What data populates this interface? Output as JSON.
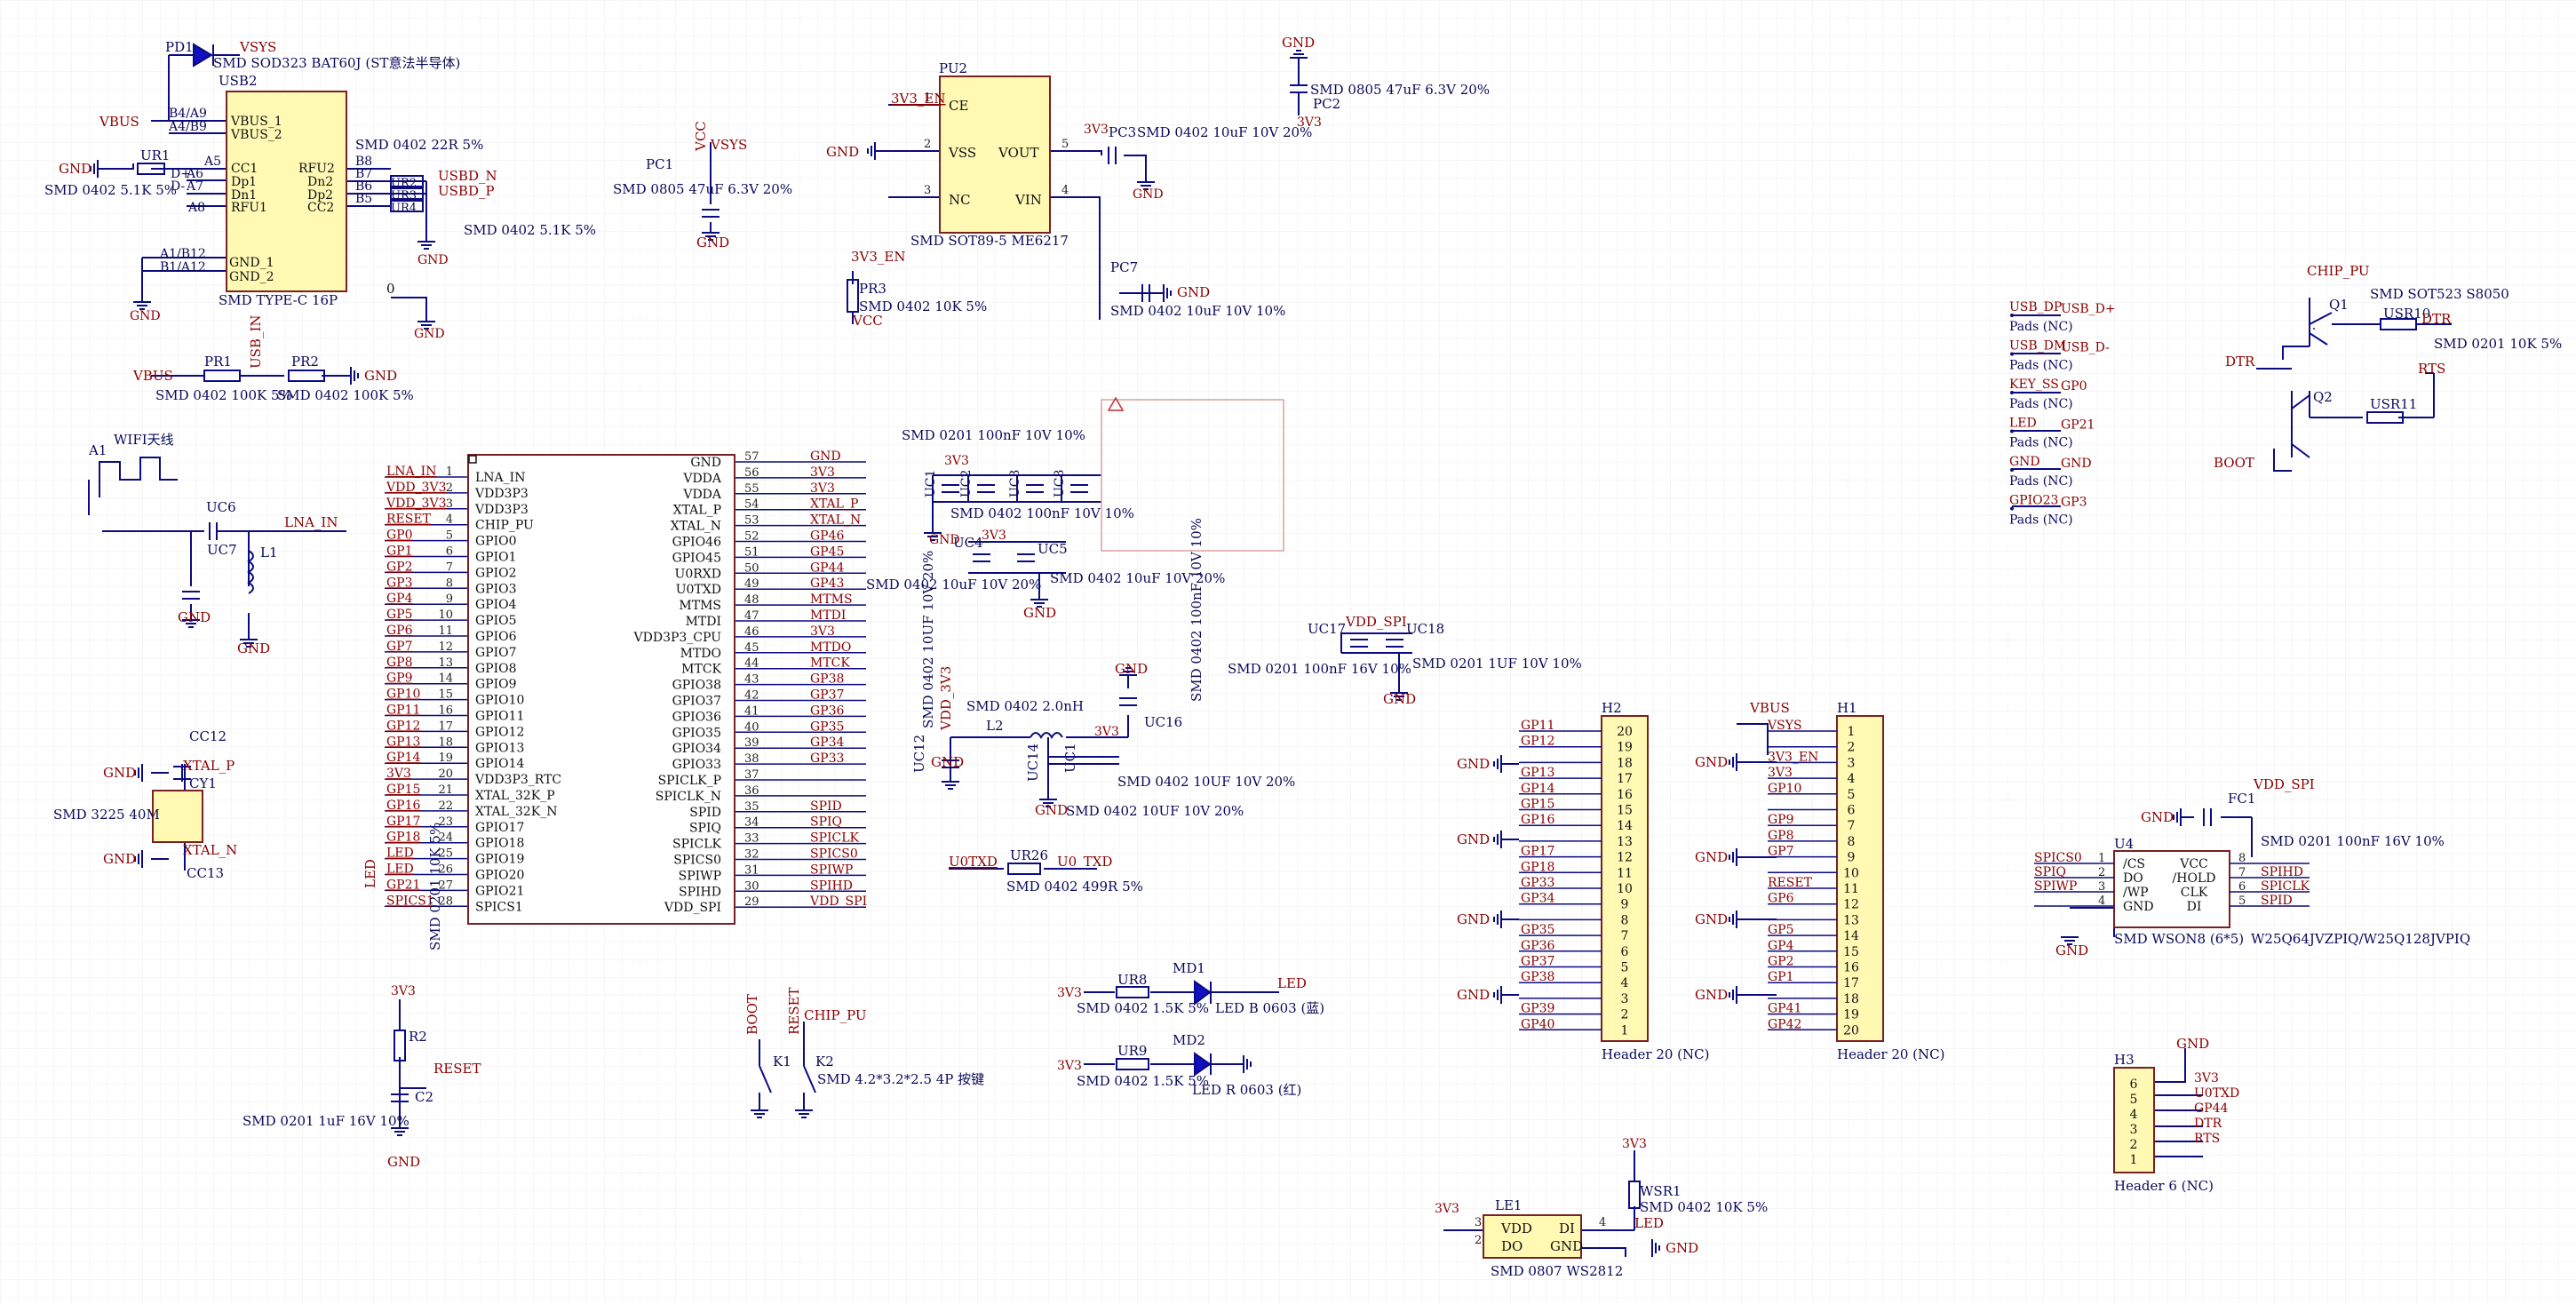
{
  "colors": {
    "background": "#ffffff",
    "grid": "#e9e9e9",
    "wire": "#0a0a82",
    "net_label": "#8b0000",
    "pin_number": "#222222",
    "component_fill": "#fff9b3",
    "component_stroke": "#7a2020",
    "designator": "#0a0a5a",
    "comment": "#0a0a5a",
    "led_fill": "#1010c0",
    "diode_fill": "#1010c0",
    "ghost_box": "#d9a0a0"
  },
  "texts": {
    "pd1": "PD1",
    "vsys_top": "VSYS",
    "pd1_comment": "SMD SOD323 BAT60J (ST意法半导体)",
    "usb2": "USB2",
    "vbus_l": "VBUS",
    "usb_p": {
      "b4a9": "B4/A9",
      "a4b9": "A4/B9",
      "vbus1": "VBUS_1",
      "vbus2": "VBUS_2",
      "cc1": "CC1",
      "dp1": "Dp1",
      "dn1": "Dn1",
      "rfu1": "RFU1",
      "rfu2": "RFU2",
      "dn2": "Dn2",
      "dp2": "Dp2",
      "cc2": "CC2",
      "b8": "B8",
      "b7": "B7",
      "b6": "B6",
      "b5": "B5",
      "a5": "A5",
      "a6": "A6",
      "a7": "A7",
      "a8": "A8",
      "ccc1": "CC1",
      "dp_a6": "D+",
      "dm_a7": "D-",
      "gnd1": "GND_1",
      "gnd2": "GND_2",
      "a1b12": "A1/B12",
      "b1a12": "B1/A12"
    },
    "usb2_comment": "SMD TYPE-C 16P",
    "ur1": "UR1",
    "ur1_comment": "SMD 0402 5.1K 5%",
    "gnd": "GND",
    "ur_top_comment": "SMD 0402 22R 5%",
    "usbd_n": "USBD_N",
    "usbd_p": "USBD_P",
    "ur_bot_comment": "SMD 0402 5.1K 5%",
    "ur2": "UR2",
    "ur3": "UR3",
    "ur4": "UR4",
    "zero": "0",
    "pr1": "PR1",
    "pr2": "PR2",
    "usb_in": "USB_IN",
    "pr_comment1": "SMD 0402 100K 5%",
    "pr_comment2": "SMD 0402 100K 5%",
    "pc1": "PC1",
    "vcc": "VCC",
    "vsys": "VSYS",
    "pc1_comment": "SMD 0805 47uF 6.3V 20%",
    "pu2": "PU2",
    "pu2_ce": "CE",
    "pu2_vss": "VSS",
    "pu2_nc": "NC",
    "pu2_vout": "VOUT",
    "pu2_vin": "VIN",
    "pu2_p1": "1",
    "pu2_p2": "2",
    "pu2_p3": "3",
    "pu2_p4": "4",
    "pu2_p5": "5",
    "v3en": "3V3_EN",
    "pu2_comment": "SMD SOT89-5 ME6217",
    "pc3": "PC3",
    "pc3_comment": "SMD 0402 10uF 10V 20%",
    "v3v3": "3V3",
    "pc2": "PC2",
    "pc2_comment": "SMD 0805 47uF 6.3V 20%",
    "pr3": "PR3",
    "pr3_comment": "SMD 0402 10K 5%",
    "pc7": "PC7",
    "pc7_comment": "SMD 0402 10uF 10V 10%",
    "a1": "A1",
    "wifi": "WIFI天线",
    "uc6": "UC6",
    "uc7": "UC7",
    "l1": "L1",
    "lna_in": "LNA_IN",
    "cc12": "CC12",
    "cy1": "CY1",
    "cc13": "CC13",
    "xtal_p": "XTAL_P",
    "xtal_n": "XTAL_N",
    "cy1_comment": "SMD 3225 40M",
    "led_side": "LED",
    "mcu_left": [
      {
        "net": "LNA_IN",
        "pin": "LNA_IN",
        "num": "1"
      },
      {
        "net": "VDD_3V3",
        "pin": "VDD3P3",
        "num": "2"
      },
      {
        "net": "VDD_3V3",
        "pin": "VDD3P3",
        "num": "3"
      },
      {
        "net": "RESET",
        "pin": "CHIP_PU",
        "num": "4"
      },
      {
        "net": "GP0",
        "pin": "GPIO0",
        "num": "5"
      },
      {
        "net": "GP1",
        "pin": "GPIO1",
        "num": "6"
      },
      {
        "net": "GP2",
        "pin": "GPIO2",
        "num": "7"
      },
      {
        "net": "GP3",
        "pin": "GPIO3",
        "num": "8"
      },
      {
        "net": "GP4",
        "pin": "GPIO4",
        "num": "9"
      },
      {
        "net": "GP5",
        "pin": "GPIO5",
        "num": "10"
      },
      {
        "net": "GP6",
        "pin": "GPIO6",
        "num": "11"
      },
      {
        "net": "GP7",
        "pin": "GPIO7",
        "num": "12"
      },
      {
        "net": "GP8",
        "pin": "GPIO8",
        "num": "13"
      },
      {
        "net": "GP9",
        "pin": "GPIO9",
        "num": "14"
      },
      {
        "net": "GP10",
        "pin": "GPIO10",
        "num": "15"
      },
      {
        "net": "GP11",
        "pin": "GPIO11",
        "num": "16"
      },
      {
        "net": "GP12",
        "pin": "GPIO12",
        "num": "17"
      },
      {
        "net": "GP13",
        "pin": "GPIO13",
        "num": "18"
      },
      {
        "net": "GP14",
        "pin": "GPIO14",
        "num": "19"
      },
      {
        "net": "3V3",
        "pin": "VDD3P3_RTC",
        "num": "20"
      },
      {
        "net": "GP15",
        "pin": "XTAL_32K_P",
        "num": "21"
      },
      {
        "net": "GP16",
        "pin": "XTAL_32K_N",
        "num": "22"
      },
      {
        "net": "GP17",
        "pin": "GPIO17",
        "num": "23"
      },
      {
        "net": "GP18",
        "pin": "GPIO18",
        "num": "24"
      },
      {
        "net": "LED",
        "pin": "GPIO19",
        "num": "25"
      },
      {
        "net": "LED",
        "pin": "GPIO20",
        "num": "26"
      },
      {
        "net": "GP21",
        "pin": "GPIO21",
        "num": "27"
      },
      {
        "net": "SPICS1",
        "pin": "SPICS1",
        "num": "28"
      }
    ],
    "mcu_right": [
      {
        "net": "GND",
        "pin": "GND",
        "num": "57"
      },
      {
        "net": "3V3",
        "pin": "VDDA",
        "num": "56"
      },
      {
        "net": "3V3",
        "pin": "VDDA",
        "num": "55"
      },
      {
        "net": "XTAL_P",
        "pin": "XTAL_P",
        "num": "54"
      },
      {
        "net": "XTAL_N",
        "pin": "XTAL_N",
        "num": "53"
      },
      {
        "net": "GP46",
        "pin": "GPIO46",
        "num": "52"
      },
      {
        "net": "GP45",
        "pin": "GPIO45",
        "num": "51"
      },
      {
        "net": "GP44",
        "pin": "U0RXD",
        "num": "50"
      },
      {
        "net": "GP43",
        "pin": "U0TXD",
        "num": "49"
      },
      {
        "net": "MTMS",
        "pin": "MTMS",
        "num": "48"
      },
      {
        "net": "MTDI",
        "pin": "MTDI",
        "num": "47"
      },
      {
        "net": "3V3",
        "pin": "VDD3P3_CPU",
        "num": "46"
      },
      {
        "net": "MTDO",
        "pin": "MTDO",
        "num": "45"
      },
      {
        "net": "MTCK",
        "pin": "MTCK",
        "num": "44"
      },
      {
        "net": "GP38",
        "pin": "GPIO38",
        "num": "43"
      },
      {
        "net": "GP37",
        "pin": "GPIO37",
        "num": "42"
      },
      {
        "net": "GP36",
        "pin": "GPIO36",
        "num": "41"
      },
      {
        "net": "GP35",
        "pin": "GPIO35",
        "num": "40"
      },
      {
        "net": "GP34",
        "pin": "GPIO34",
        "num": "39"
      },
      {
        "net": "GP33",
        "pin": "GPIO33",
        "num": "38"
      },
      {
        "net": "",
        "pin": "SPICLK_P",
        "num": "37"
      },
      {
        "net": "",
        "pin": "SPICLK_N",
        "num": "36"
      },
      {
        "net": "SPID",
        "pin": "SPID",
        "num": "35"
      },
      {
        "net": "SPIQ",
        "pin": "SPIQ",
        "num": "34"
      },
      {
        "net": "SPICLK",
        "pin": "SPICLK",
        "num": "33"
      },
      {
        "net": "SPICS0",
        "pin": "SPICS0",
        "num": "32"
      },
      {
        "net": "SPIWP",
        "pin": "SPIWP",
        "num": "31"
      },
      {
        "net": "SPIHD",
        "pin": "SPIHD",
        "num": "30"
      },
      {
        "net": "VDD_SPI",
        "pin": "VDD_SPI",
        "num": "29"
      }
    ],
    "uc_caps_comment": "SMD 0201 100nF 10V 10%",
    "uc1": "UC1",
    "uc2": "UC2",
    "uc3": "UC3",
    "uc8": "UC8",
    "uc_caps_comment2": "SMD 0402 100nF 10V 10%",
    "uc4": "UC4",
    "uc5": "UC5",
    "uc4_comment": "SMD 0402 10uF 10V 20%",
    "uc5_comment": "SMD 0402 10uF 10V 20%",
    "uc17": "UC17",
    "uc18": "UC18",
    "vdd_spi": "VDD_SPI",
    "uc17_comment": "SMD 0201 100nF 16V 10%",
    "uc18_comment": "SMD 0201 1UF 10V 10%",
    "uc12": "UC12",
    "uc12_comment": "SMD 0402 10UF 10V 20%",
    "vdd3v3_v": "VDD_3V3",
    "l2": "L2",
    "l2_comment": "SMD 0402 2.0nH",
    "uc16": "UC16",
    "uc16_comment": "SMD 0402 100nF 10V 10%",
    "uc14": "UC14",
    "uc14_comment": "SMD 0402 10UF 10V 20%",
    "uc15_comment": "SMD 0402 10UF 10V 20%",
    "u0txd": "U0TXD",
    "ur26": "UR26",
    "u0_txd": "U0_TXD",
    "ur26_comment": "SMD 0402 499R 5%",
    "r2": "R2",
    "r2_comment": "SMD 0201 10K 5%",
    "c2": "C2",
    "c2_comment": "SMD 0201 1uF 16V 10%",
    "reset": "RESET",
    "boot": "BOOT",
    "chip_pu": "CHIP_PU",
    "k1": "K1",
    "k2": "K2",
    "k_comment": "SMD 4.2*3.2*2.5 4P 按键",
    "ur8": "UR8",
    "md1": "MD1",
    "led": "LED",
    "ur8_comment": "SMD 0402 1.5K 5%",
    "md1_comment": "LED B 0603 (蓝)",
    "ur9": "UR9",
    "md2": "MD2",
    "ur9_comment": "SMD 0402 1.5K 5%",
    "md2_comment": "LED R 0603 (红)",
    "h2": "H2",
    "h2_comment": "Header 20 (NC)",
    "h1": "H1",
    "h1_comment": "Header 20 (NC)",
    "h2_nets": [
      "GP11",
      "GP12",
      "",
      "GP13",
      "GP14",
      "GP15",
      "GP16",
      "",
      "GP17",
      "GP18",
      "GP33",
      "GP34",
      "",
      "GP35",
      "GP36",
      "GP37",
      "GP38",
      "",
      "GP39",
      "GP40"
    ],
    "h2_nums": [
      "20",
      "19",
      "18",
      "17",
      "16",
      "15",
      "14",
      "13",
      "12",
      "11",
      "10",
      "9",
      "8",
      "7",
      "6",
      "5",
      "4",
      "3",
      "2",
      "1"
    ],
    "h1_nets": [
      "",
      "VSYS",
      "",
      "3V3_EN",
      "3V3",
      "GP10",
      "",
      "GP9",
      "GP8",
      "GP7",
      "",
      "RESET",
      "GP6",
      "",
      "GP5",
      "GP4",
      "GP2",
      "GP1",
      "",
      "GP41",
      "GP42"
    ],
    "h1_nums": [
      "1",
      "2",
      "3",
      "4",
      "5",
      "6",
      "7",
      "8",
      "9",
      "10",
      "11",
      "12",
      "13",
      "14",
      "15",
      "16",
      "17",
      "18",
      "19",
      "20"
    ],
    "vbus_h1": "VBUS",
    "u4": "U4",
    "u4_comment": "SMD WSON8 (6*5)",
    "u4_part": "W25Q64JVZPIQ/W25Q128JVPIQ",
    "u4_left": [
      {
        "net": "SPICS0",
        "pin": "/CS",
        "num": "1"
      },
      {
        "net": "SPIQ",
        "pin": "DO",
        "num": "2"
      },
      {
        "net": "SPIWP",
        "pin": "/WP",
        "num": "3"
      },
      {
        "net": "",
        "pin": "GND",
        "num": "4"
      }
    ],
    "u4_right": [
      {
        "net": "",
        "pin": "VCC",
        "num": "8"
      },
      {
        "net": "SPIHD",
        "pin": "/HOLD",
        "num": "7"
      },
      {
        "net": "SPICLK",
        "pin": "CLK",
        "num": "6"
      },
      {
        "net": "SPID",
        "pin": "DI",
        "num": "5"
      }
    ],
    "fc1": "FC1",
    "fc1_comment": "SMD 0201 100nF 16V 10%",
    "h3": "H3",
    "h3_comment": "Header 6 (NC)",
    "h3_nums": [
      "6",
      "5",
      "4",
      "3",
      "2",
      "1"
    ],
    "h3_nets": [
      "3V3",
      "U0TXD",
      "GP44",
      "DTR",
      "RTS",
      ""
    ],
    "chip_pu_r": "CHIP_PU",
    "q1": "Q1",
    "q_comment": "SMD SOT523 S8050",
    "usr10": "USR10",
    "dtr": "DTR",
    "usr_comment": "SMD 0201 10K 5%",
    "rts": "RTS",
    "q2": "Q2",
    "usr11": "USR11",
    "boot_r": "BOOT",
    "pads": [
      {
        "net": "USB_DP",
        "out": "USB_D+",
        "label": "Pads (NC)"
      },
      {
        "net": "USB_DM",
        "out": "USB_D-",
        "label": "Pads (NC)"
      },
      {
        "net": "KEY_SS",
        "out": "GP0",
        "label": "Pads (NC)"
      },
      {
        "net": "LED",
        "out": "GP21",
        "label": "Pads (NC)"
      },
      {
        "net": "GND",
        "out": "GND",
        "label": "Pads (NC)"
      },
      {
        "net": "GPIO23",
        "out": "GP3",
        "label": "Pads (NC)"
      }
    ],
    "le1": "LE1",
    "le1_vdd": "VDD",
    "le1_di": "DI",
    "le1_do": "DO",
    "le1_gnd": "GND",
    "le1_comment": "SMD 0807 WS2812",
    "wsr1": "WSR1",
    "wsr1_comment": "SMD 0402 10K 5%",
    "n1": "1",
    "n2": "2",
    "n3": "3",
    "n4": "4",
    "n5": "5",
    "n6": "6",
    "n7": "7",
    "n8": "8"
  }
}
